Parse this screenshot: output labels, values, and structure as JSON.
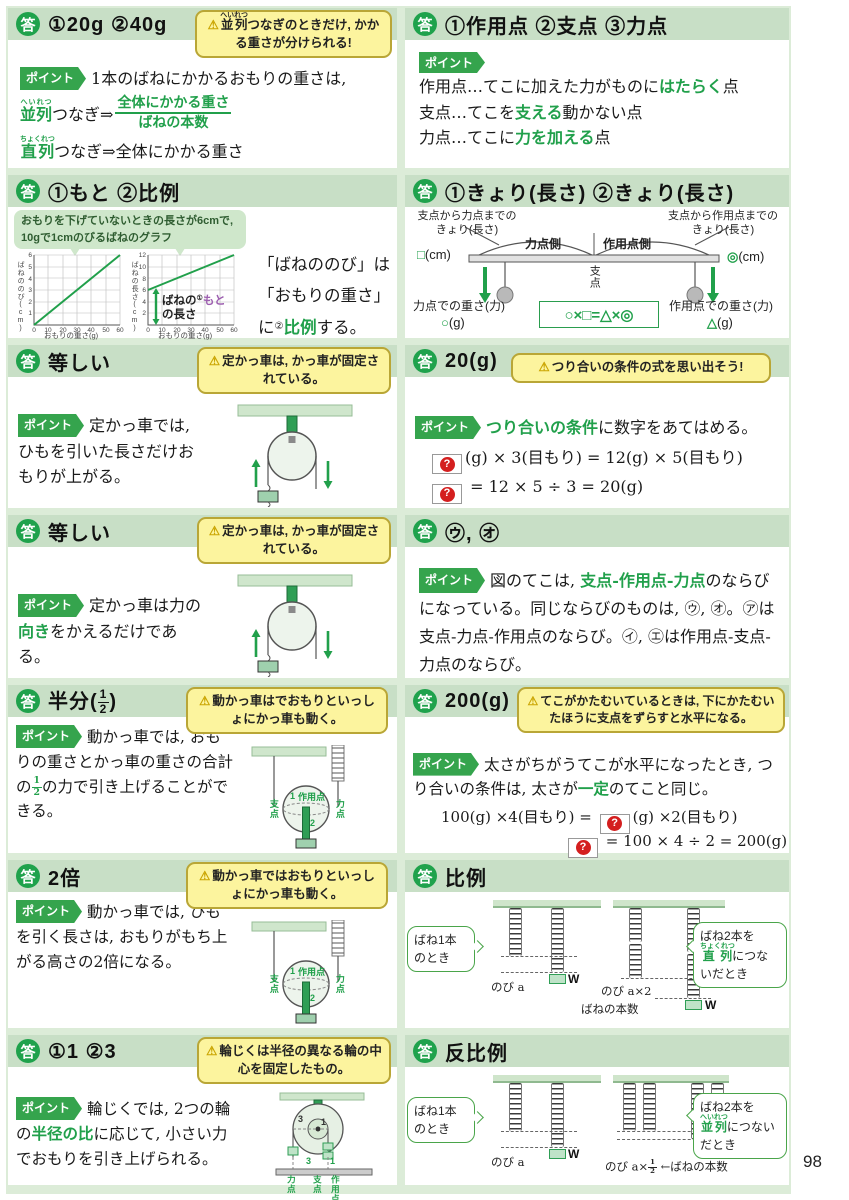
{
  "page": {
    "number": "98"
  },
  "labels": {
    "answer": "答",
    "point": "ポイント",
    "q": "?",
    "warn": "⚠"
  },
  "colors": {
    "accent_green": "#21a04b",
    "band_green": "#c8dfc6",
    "panel_green": "#dcecd8",
    "warning_bg": "#fcf49e",
    "warning_border": "#b9a636",
    "purple": "#9d5fb0",
    "q_red": "#d41f1f"
  },
  "blocks": {
    "b1": {
      "answer": [
        {
          "t": "①20g ②40g"
        }
      ],
      "warning": [
        {
          "t": "並列",
          "r": "へいれつ"
        },
        {
          "t": "つなぎのときだけ, かかる重さが分けられる!"
        }
      ],
      "p1": [
        {
          "t": "1本のばねにかかるおもりの重さは,"
        }
      ],
      "p2pre": [
        {
          "t": "並列",
          "r": "へいれつ",
          "c": "g"
        },
        {
          "t": "つなぎ⇒"
        }
      ],
      "fnum": [
        {
          "t": "全体にかかる重さ"
        }
      ],
      "fden": [
        {
          "t": "ばねの本数"
        }
      ],
      "p3": [
        {
          "t": "直列",
          "r": "ちょくれつ",
          "c": "g"
        },
        {
          "t": "つなぎ⇒全体にかかる重さ"
        }
      ]
    },
    "b2": {
      "answer": [
        {
          "t": "①作用点 ②支点 ③力点"
        }
      ],
      "l1": [
        {
          "t": "作用点…てこに加えた力がものに"
        },
        {
          "t": "はたらく",
          "c": "g"
        },
        {
          "t": "点"
        }
      ],
      "l2": [
        {
          "t": "支点…てこを"
        },
        {
          "t": "支える",
          "c": "g"
        },
        {
          "t": "動かない点"
        }
      ],
      "l3": [
        {
          "t": "力点…てこに"
        },
        {
          "t": "力を加える",
          "c": "g"
        },
        {
          "t": "点"
        }
      ]
    },
    "b3": {
      "answer": [
        {
          "t": "①もと ②比例"
        }
      ],
      "bubble": [
        {
          "t": "おもりを下げていないときの長さが6cmで, 10gで1cmのびるばねのグラフ"
        }
      ],
      "desc": [
        {
          "t": "「ばねののび」は「おもりの重さ」に"
        },
        {
          "t": "②",
          "c": "sup"
        },
        {
          "t": "比例",
          "c": "g"
        },
        {
          "t": "する。"
        }
      ],
      "graphA": {
        "ylabel": "ばねののび(cm)",
        "xlabel": "おもりの重さ(g)",
        "yticks": [
          "1",
          "2",
          "3",
          "4",
          "5",
          "6"
        ],
        "xticks": [
          "0",
          "10",
          "20",
          "30",
          "40",
          "50",
          "60"
        ],
        "line": {
          "x": [
            0,
            60
          ],
          "y": [
            0,
            6
          ]
        }
      },
      "graphB": {
        "ylabel": "ばねの長さ(cm)",
        "xlabel": "おもりの重さ(g)",
        "yticks": [
          "2",
          "4",
          "6",
          "8",
          "10",
          "12"
        ],
        "xticks": [
          "0",
          "10",
          "20",
          "30",
          "40",
          "50",
          "60"
        ],
        "line": {
          "x": [
            0,
            60
          ],
          "y": [
            6,
            12
          ]
        },
        "anno1": [
          {
            "t": "ばねの"
          },
          {
            "t": "①",
            "c": "sup"
          },
          {
            "t": "もと",
            "c": "p"
          }
        ],
        "anno2": [
          {
            "t": "の長さ"
          }
        ]
      }
    },
    "b4": {
      "answer": [
        {
          "t": "①きょり(長さ) ②きょり(長さ)"
        }
      ],
      "lt1": "支点から力点までの",
      "lt2": "きょり(長さ)",
      "lsym": [
        {
          "t": "□",
          "c": "g"
        },
        {
          "t": "(cm)"
        }
      ],
      "rt1": "支点から作用点までの",
      "rt2": "きょり(長さ)",
      "rsym": [
        {
          "t": "◎",
          "c": "g"
        },
        {
          "t": "(cm)"
        }
      ],
      "sideL": "力点側",
      "sideR": "作用点側",
      "fulcrum": "支点",
      "bl1": "力点での重さ(力)",
      "bl2": [
        {
          "t": "○",
          "c": "g"
        },
        {
          "t": "(g)"
        }
      ],
      "br1": "作用点での重さ(力)",
      "br2": [
        {
          "t": "△",
          "c": "g"
        },
        {
          "t": "(g)"
        }
      ],
      "formula": [
        {
          "t": "○×□=△×◎"
        }
      ]
    },
    "b5": {
      "answer": [
        {
          "t": "等しい"
        }
      ],
      "warning": [
        {
          "t": "定かっ車は, かっ車が固定されている。"
        }
      ],
      "p": [
        {
          "t": "定かっ車では, ひもを引いた長さだけおもりが上がる。"
        }
      ]
    },
    "b6": {
      "answer": [
        {
          "t": "20(g)"
        }
      ],
      "warning": [
        {
          "t": "つり合いの条件の式を思い出そう!"
        }
      ],
      "p": [
        {
          "t": "つり合いの条件",
          "c": "g"
        },
        {
          "t": "に数字をあてはめる。"
        }
      ],
      "eq1": [
        {
          "t": "(g) × 3(目もり) = 12(g) × 5(目もり)"
        }
      ],
      "eq2": [
        {
          "t": " = 12 × 5 ÷ 3 = 20(g)"
        }
      ]
    },
    "b7": {
      "answer": [
        {
          "t": "等しい"
        }
      ],
      "warning": [
        {
          "t": "定かっ車は, かっ車が固定されている。"
        }
      ],
      "p": [
        {
          "t": "定かっ車は力の"
        },
        {
          "t": "向き",
          "c": "g"
        },
        {
          "t": "をかえるだけである。"
        }
      ]
    },
    "b8": {
      "answer": [
        {
          "t": "㋒, ㋔"
        }
      ],
      "p": [
        {
          "t": "図のてこは, "
        },
        {
          "t": "支点-作用点-力点",
          "c": "g"
        },
        {
          "t": "のならびになっている。同じならびのものは, ㋒, ㋔。㋐は支点-力点-作用点のならび。㋑, ㋓は作用点-支点-力点のならび。"
        }
      ]
    },
    "b9": {
      "answer": [
        {
          "t": "半分("
        },
        {
          "f": [
            "1",
            "2"
          ]
        },
        {
          "t": ")"
        }
      ],
      "warning": [
        {
          "t": "動かっ車はでおもりといっしょにかっ車も動く。"
        }
      ],
      "p": [
        {
          "t": "動かっ車では, おもりの重さとかっ車の重さの合計の"
        },
        {
          "f": [
            "1",
            "2"
          ],
          "c": "g"
        },
        {
          "t": "の力で引き上げることができる。"
        }
      ],
      "lbl_shiten": "支点",
      "lbl_sayoten": "作用点",
      "lbl_rikiten": "力点",
      "n1": "1",
      "n2": "2"
    },
    "b10": {
      "answer": [
        {
          "t": "200(g)"
        }
      ],
      "warning": [
        {
          "t": "てこがかたむいているときは, 下にかたむいたほうに支点をずらすと水平になる。"
        }
      ],
      "p": [
        {
          "t": "太さがちがうてこが水平になったとき, つり合いの条件は, 太さが"
        },
        {
          "t": "一定",
          "c": "g"
        },
        {
          "t": "のてこと同じ。"
        }
      ],
      "eq1a": [
        {
          "t": "100(g) ×4(目もり) = "
        }
      ],
      "eq1b": [
        {
          "t": "(g) ×2(目もり)"
        }
      ],
      "eq2": [
        {
          "t": " = 100 × 4 ÷ 2 = 200(g)"
        }
      ]
    },
    "b11": {
      "answer": [
        {
          "t": "2倍"
        }
      ],
      "warning": [
        {
          "t": "動かっ車ではおもりといっしょにかっ車も動く。"
        }
      ],
      "p": [
        {
          "t": "動かっ車では, ひもを引く長さは, おもりがもち上がる高さの2倍になる。"
        }
      ],
      "lbl_shiten": "支点",
      "lbl_sayoten": "作用点",
      "lbl_rikiten": "力点",
      "n1": "1",
      "n2": "2"
    },
    "b12": {
      "answer": [
        {
          "t": "比例"
        }
      ],
      "bubble1": [
        {
          "t": "ばね1本のとき"
        }
      ],
      "bubble2": [
        {
          "t": "ばね2本を"
        },
        {
          "t": "直列",
          "r": "ちょくれつ",
          "c": "g"
        },
        {
          "t": "につないだとき"
        }
      ],
      "nobi_a": [
        {
          "t": "のび a"
        }
      ],
      "w1": "W",
      "nobi2": [
        {
          "t": "のび a×2"
        }
      ],
      "honsu": [
        {
          "t": "ばねの本数"
        }
      ],
      "w2": "W"
    },
    "b13": {
      "answer": [
        {
          "t": "①1 ②3"
        }
      ],
      "warning": [
        {
          "t": "輪じくは半径の異なる輪の中心を固定したもの。"
        }
      ],
      "p": [
        {
          "t": "輪じくでは, 2つの輪の"
        },
        {
          "t": "半径の比",
          "c": "g"
        },
        {
          "t": "に応じて, 小さい力でおもりを引き上げられる。"
        }
      ],
      "n3": "3",
      "n1": "1",
      "lbl_rikiten": "力点",
      "lbl_shiten": "支点",
      "lbl_sayoten": "作用点"
    },
    "b14": {
      "answer": [
        {
          "t": "反比例"
        }
      ],
      "bubble1": [
        {
          "t": "ばね1本のとき"
        }
      ],
      "bubble2": [
        {
          "t": "ばね2本を"
        },
        {
          "t": "並列",
          "r": "へいれつ",
          "c": "g"
        },
        {
          "t": "につないだとき"
        }
      ],
      "nobi_a": [
        {
          "t": "のび a"
        }
      ],
      "w1": "W",
      "nobi2": [
        {
          "t": "のび a×"
        },
        {
          "f": [
            "1",
            "2"
          ]
        },
        {
          "t": " ←ばねの本数"
        }
      ],
      "w2": "W"
    }
  }
}
